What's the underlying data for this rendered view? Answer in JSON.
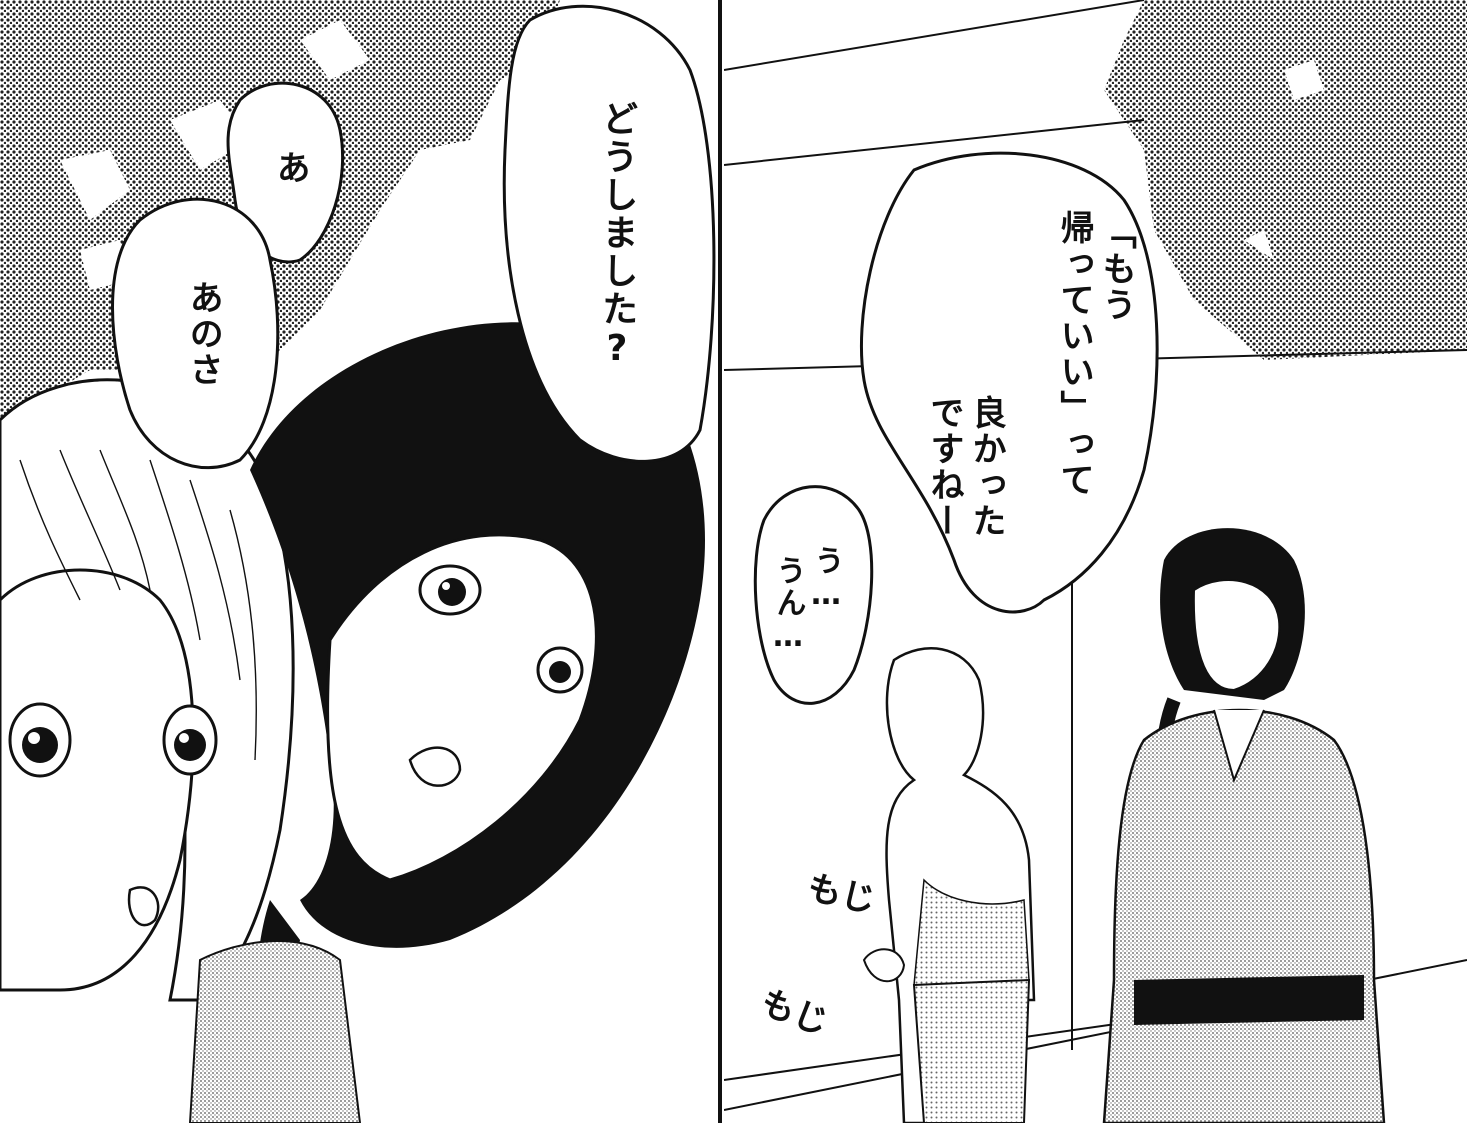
{
  "left_panel": {
    "bubble_a": "あ",
    "bubble_anosa": "あのさ",
    "bubble_doushimashita": "どうしました?"
  },
  "right_panel": {
    "bubble_main": {
      "line1": "「もう",
      "line2": "帰っていい」って",
      "line3": "良かった",
      "line4": "ですねー"
    },
    "bubble_un": {
      "line1": "う…",
      "line2": "うん…"
    },
    "sfx_moji_1": "もじ",
    "sfx_moji_2": "もじ"
  },
  "colors": {
    "ink": "#111111",
    "paper": "#ffffff",
    "screentone": "#8a8a8a"
  }
}
